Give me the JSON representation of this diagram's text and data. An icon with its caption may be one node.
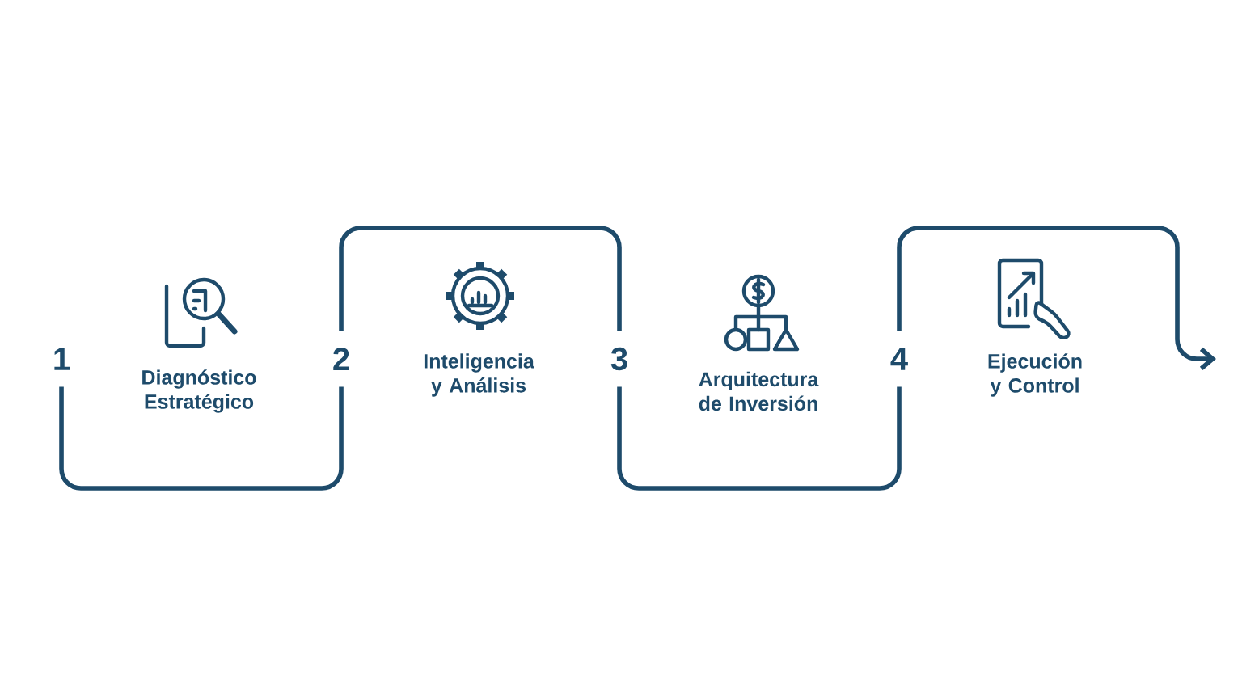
{
  "diagram": {
    "nodes": [
      {
        "text": [
          "1"
        ]
      },
      {
        "text": [
          "Diagnóstico Estratégico"
        ]
      },
      {
        "text": [
          "2"
        ]
      },
      {
        "text": [
          "Inteligencia y Análisis"
        ]
      },
      {
        "text": [
          "3"
        ]
      },
      {
        "text": [
          "Arquitectura de Inversión"
        ]
      },
      {
        "text": [
          "4"
        ]
      },
      {
        "text": [
          "Ejecución y Control"
        ]
      }
    ],
    "edges": [
      {
        "from": 0,
        "to": 2,
        "arrow": "none"
      },
      {
        "from": 2,
        "to": 4,
        "arrow": "none"
      },
      {
        "from": 4,
        "to": 6,
        "arrow": "none"
      },
      {
        "from": 6,
        "to": null,
        "arrow": "to"
      }
    ]
  }
}
